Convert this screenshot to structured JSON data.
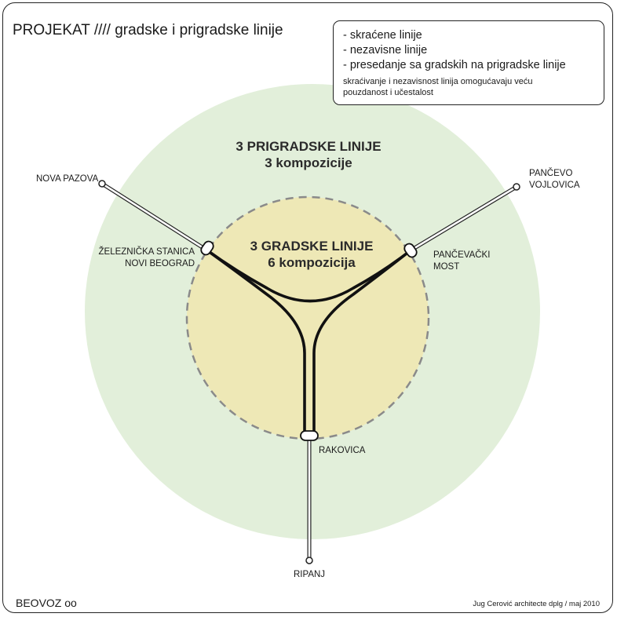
{
  "title": "PROJEKAT //// gradske i prigradske linije",
  "legend": {
    "items": [
      "- skraćene linije",
      "- nezavisne linije",
      "- presedanje sa gradskih na prigradske linije"
    ],
    "note_line1": "skraćivanje i nezavisnost linija omogućavaju veću",
    "note_line2": "pouzdanost i učestalost"
  },
  "outer_zone": {
    "line1": "3 PRIGRADSKE LINIJE",
    "line2": "3 kompozicije",
    "color": "#e2efda"
  },
  "inner_zone": {
    "line1": "3 GRADSKE LINIJE",
    "line2": "6 kompozicija",
    "color": "#eee8b6"
  },
  "stations": {
    "nova_pazova": "NOVA PAZOVA",
    "novi_beograd_line1": "ŽELEZNIČKA STANICA",
    "novi_beograd_line2": "NOVI BEOGRAD",
    "pancevo_line1": "PANČEVO",
    "pancevo_line2": "VOJLOVICA",
    "pancevacki_most_line1": "PANČEVAČKI",
    "pancevacki_most_line2": "MOST",
    "rakovica": "RAKOVICA",
    "ripanj": "RIPANJ"
  },
  "footer": {
    "left": "BEOVOZ oo",
    "right": "Jug Cerović architecte dplg / maj 2010"
  }
}
